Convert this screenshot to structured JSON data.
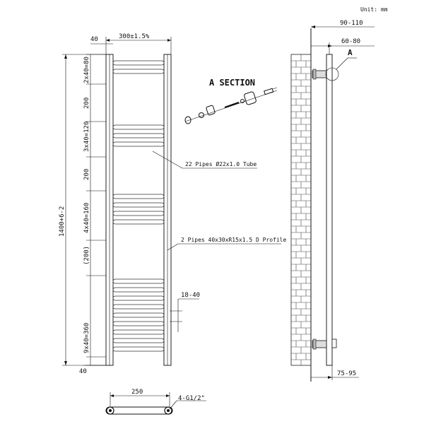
{
  "units_label": "Unit: mm",
  "section_label": "A SECTION",
  "section_marker": "A",
  "front_view": {
    "width_label": "300±1.5%",
    "rail_width_label": "40",
    "height_label": "1400+6-2",
    "top_offset_label": "40",
    "bottom_offset_label": "40",
    "dim_labels": [
      "2x40=80",
      "200",
      "3x40=120",
      "200",
      "4x40=160",
      "(200)",
      "9x40=360"
    ],
    "gap_label": "18-40",
    "tube_label": "22 Pipes Ø22x1.0 Tube",
    "profile_label": "2 Pipes 40x30xR15x1.5 D Profile"
  },
  "side_view": {
    "outer_label": "90-110",
    "inner_label": "60-80",
    "bottom_label": "75-95"
  },
  "bottom_view": {
    "center_label": "250",
    "connection_label": "4-G1/2\""
  },
  "bar_groups": [
    2,
    3,
    4,
    9
  ]
}
